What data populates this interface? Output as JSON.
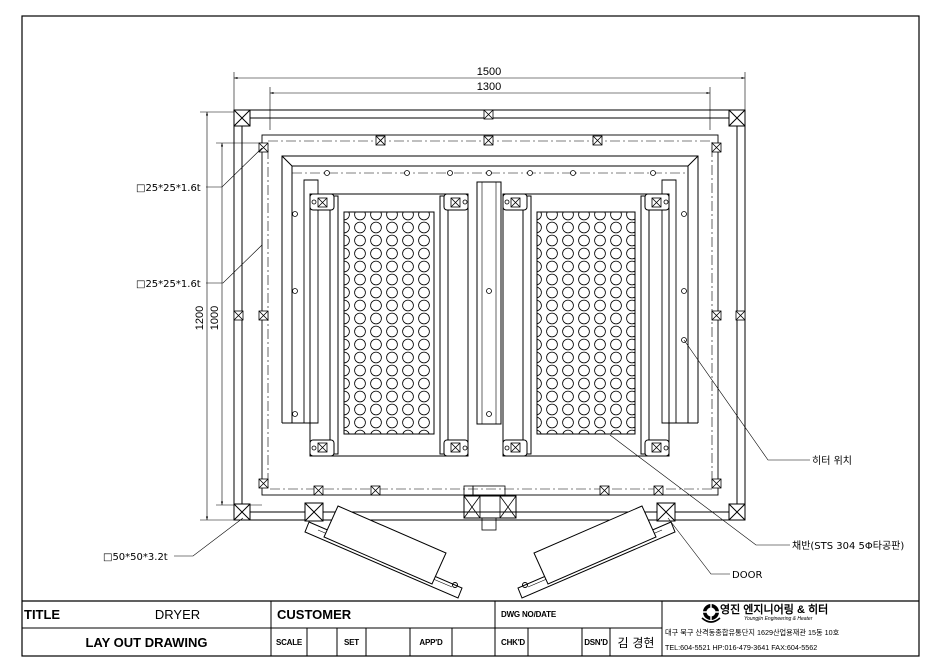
{
  "dimensions": {
    "overall_width": "1500",
    "inner_width": "1300",
    "overall_height": "1200",
    "inner_height": "1000"
  },
  "callouts": {
    "frame_outer": "□25*25*1.6t",
    "frame_inner": "□25*25*1.6t",
    "frame_base": "□50*50*3.2t",
    "heater": "히터 위치",
    "tray": "채반(STS 304 5Φ타공판)",
    "door": "DOOR"
  },
  "title_block": {
    "title_label": "TITLE",
    "title_value": "DRYER",
    "drawing_type": "LAY OUT DRAWING",
    "customer_label": "CUSTOMER",
    "dwg_label": "DWG NO/DATE",
    "scale_label": "SCALE",
    "set_label": "SET",
    "appd_label": "APP'D",
    "chkd_label": "CHK'D",
    "dsnd_label": "DSN'D",
    "designer": "김 경현",
    "company_name": "영진 엔지니어링 & 히터",
    "company_name_en": "Youngjin Engineering & Heater",
    "address": "대구 북구 산격동종합유통단지 1629산업용재관 15동 10호",
    "contact": "TEL:604-5521  HP:016-479-3641 FAX:604-5562"
  }
}
